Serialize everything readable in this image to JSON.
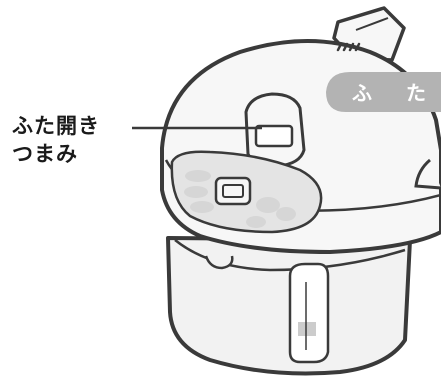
{
  "callout": {
    "line1": "ふた開き",
    "line2": "つまみ"
  },
  "badge": {
    "char1": "ふ",
    "char2": "た"
  },
  "colors": {
    "outline": "#3a3a3a",
    "body_fill": "#f2f2f2",
    "lid_fill": "#f7f7f7",
    "panel_fill": "#e4e4e4",
    "button_fill": "#d6d6d6",
    "badge_fill": "#b3b3b3"
  }
}
